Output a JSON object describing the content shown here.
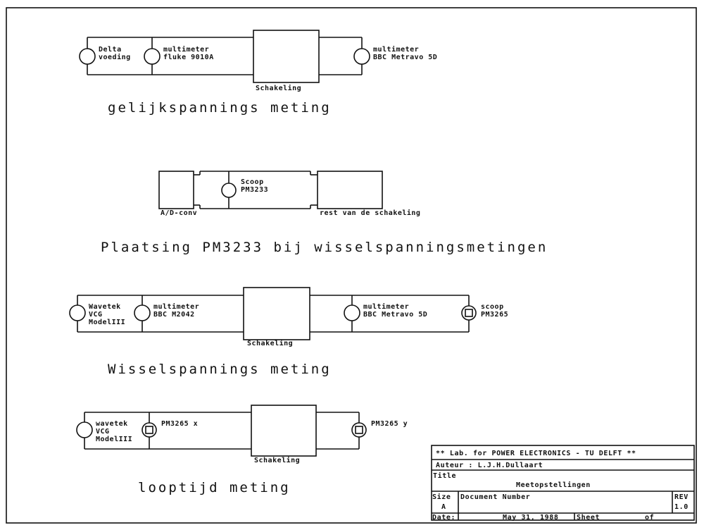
{
  "diagram1": {
    "label_delta": [
      "Delta",
      "voeding"
    ],
    "label_fluke": [
      "multimeter",
      "fluke 9010A"
    ],
    "label_bbc": [
      "multimeter",
      "BBC Metravo 5D"
    ],
    "label_schakeling": "Schakeling",
    "caption": "gelijkspannings meting"
  },
  "diagram2": {
    "label_scoop": [
      "Scoop",
      "PM3233"
    ],
    "label_adconv": "A/D-conv",
    "label_rest": "rest van de schakeling",
    "caption": "Plaatsing PM3233 bij wisselspanningsmetingen"
  },
  "diagram3": {
    "label_wavetek": [
      "Wavetek",
      "VCG",
      "ModelIII"
    ],
    "label_m2042": [
      "multimeter",
      "BBC M2042"
    ],
    "label_bbc": [
      "multimeter",
      "BBC Metravo 5D"
    ],
    "label_scoop": [
      "scoop",
      "PM3265"
    ],
    "label_schakeling": "Schakeling",
    "caption": "Wisselspannings meting"
  },
  "diagram4": {
    "label_wavetek": [
      "wavetek",
      "VCG",
      "ModelIII"
    ],
    "label_pm_x": "PM3265 x",
    "label_pm_y": "PM3265 y",
    "label_schakeling": "Schakeling",
    "caption": "looptijd meting"
  },
  "title_block": {
    "header": "** Lab. for POWER ELECTRONICS - TU DELFT **",
    "author": "Auteur : L.J.H.Dullaart",
    "title_label": "Title",
    "title_value": "Meetopstellingen",
    "size_label": "Size",
    "size_value": "A",
    "docnum_label": "Document Number",
    "rev_label": "REV",
    "rev_value": "1.0",
    "date_label": "Date:",
    "date_value": "May 31, 1988",
    "sheet_label": "Sheet",
    "of_label": "of"
  }
}
